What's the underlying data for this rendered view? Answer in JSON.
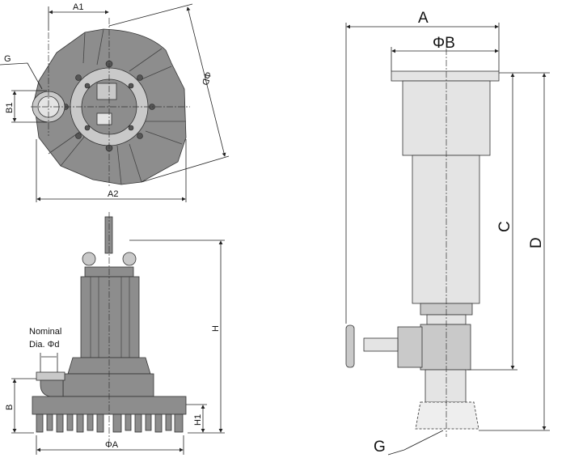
{
  "top_view": {
    "labels": {
      "a1": "A1",
      "a2": "A2",
      "phi_d": "ΦD",
      "g": "G",
      "b1": "B1"
    }
  },
  "side_view": {
    "labels": {
      "nominal": "Nominal",
      "dia": "Dia. Φd",
      "h": "H",
      "b": "B",
      "h1": "H1",
      "phi_a": "ΦA"
    }
  },
  "column_view": {
    "labels": {
      "a": "A",
      "phi_b": "ΦB",
      "c": "C",
      "d": "D",
      "g": "G"
    }
  }
}
